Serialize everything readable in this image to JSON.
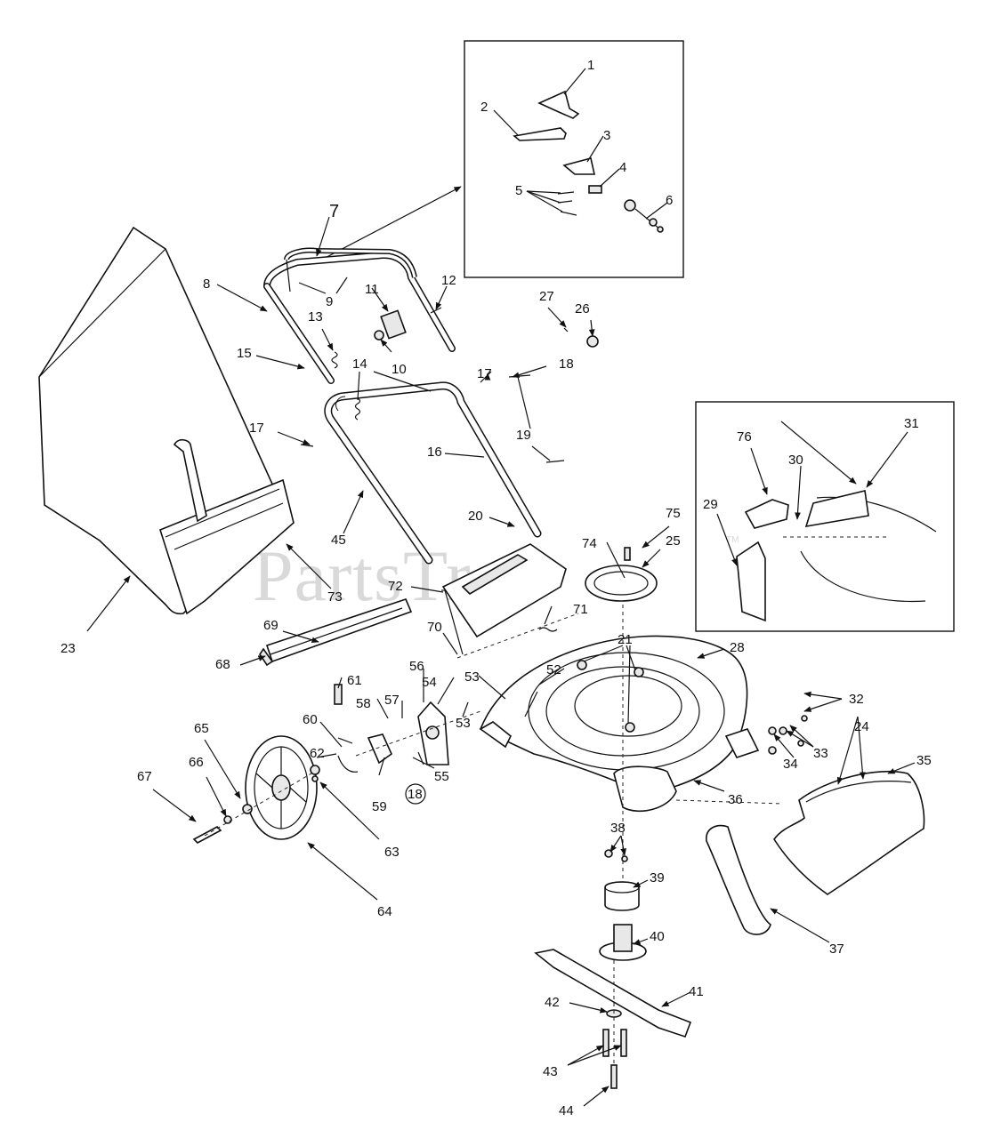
{
  "watermark": {
    "text": "PartsTree",
    "trademark": "TM"
  },
  "callouts": [
    {
      "id": "c1",
      "text": "1"
    },
    {
      "id": "c2",
      "text": "2"
    },
    {
      "id": "c3",
      "text": "3"
    },
    {
      "id": "c4",
      "text": "4"
    },
    {
      "id": "c5",
      "text": "5"
    },
    {
      "id": "c6",
      "text": "6"
    },
    {
      "id": "c7",
      "text": "7"
    },
    {
      "id": "c8",
      "text": "8"
    },
    {
      "id": "c9",
      "text": "9"
    },
    {
      "id": "c10",
      "text": "10"
    },
    {
      "id": "c11",
      "text": "11"
    },
    {
      "id": "c12",
      "text": "12"
    },
    {
      "id": "c13",
      "text": "13"
    },
    {
      "id": "c14",
      "text": "14"
    },
    {
      "id": "c15",
      "text": "15"
    },
    {
      "id": "c16",
      "text": "16"
    },
    {
      "id": "c17a",
      "text": "17"
    },
    {
      "id": "c17b",
      "text": "17"
    },
    {
      "id": "c18a",
      "text": "18"
    },
    {
      "id": "c18b",
      "text": "18"
    },
    {
      "id": "c19",
      "text": "19"
    },
    {
      "id": "c20",
      "text": "20"
    },
    {
      "id": "c21",
      "text": "21"
    },
    {
      "id": "c23",
      "text": "23"
    },
    {
      "id": "c24",
      "text": "24"
    },
    {
      "id": "c25",
      "text": "25"
    },
    {
      "id": "c26",
      "text": "26"
    },
    {
      "id": "c27",
      "text": "27"
    },
    {
      "id": "c28",
      "text": "28"
    },
    {
      "id": "c29",
      "text": "29"
    },
    {
      "id": "c30",
      "text": "30"
    },
    {
      "id": "c31",
      "text": "31"
    },
    {
      "id": "c32",
      "text": "32"
    },
    {
      "id": "c33",
      "text": "33"
    },
    {
      "id": "c34",
      "text": "34"
    },
    {
      "id": "c35",
      "text": "35"
    },
    {
      "id": "c36",
      "text": "36"
    },
    {
      "id": "c37",
      "text": "37"
    },
    {
      "id": "c38",
      "text": "38"
    },
    {
      "id": "c39",
      "text": "39"
    },
    {
      "id": "c40",
      "text": "40"
    },
    {
      "id": "c41",
      "text": "41"
    },
    {
      "id": "c42",
      "text": "42"
    },
    {
      "id": "c43",
      "text": "43"
    },
    {
      "id": "c44",
      "text": "44"
    },
    {
      "id": "c45",
      "text": "45"
    },
    {
      "id": "c52",
      "text": "52"
    },
    {
      "id": "c53a",
      "text": "53"
    },
    {
      "id": "c53b",
      "text": "53"
    },
    {
      "id": "c54",
      "text": "54"
    },
    {
      "id": "c55",
      "text": "55"
    },
    {
      "id": "c56",
      "text": "56"
    },
    {
      "id": "c57",
      "text": "57"
    },
    {
      "id": "c58",
      "text": "58"
    },
    {
      "id": "c59",
      "text": "59"
    },
    {
      "id": "c60",
      "text": "60"
    },
    {
      "id": "c61",
      "text": "61"
    },
    {
      "id": "c62",
      "text": "62"
    },
    {
      "id": "c63",
      "text": "63"
    },
    {
      "id": "c64",
      "text": "64"
    },
    {
      "id": "c65",
      "text": "65"
    },
    {
      "id": "c66",
      "text": "66"
    },
    {
      "id": "c67",
      "text": "67"
    },
    {
      "id": "c68",
      "text": "68"
    },
    {
      "id": "c69",
      "text": "69"
    },
    {
      "id": "c70",
      "text": "70"
    },
    {
      "id": "c71",
      "text": "71"
    },
    {
      "id": "c72",
      "text": "72"
    },
    {
      "id": "c73",
      "text": "73"
    },
    {
      "id": "c74",
      "text": "74"
    },
    {
      "id": "c75",
      "text": "75"
    },
    {
      "id": "c76",
      "text": "76"
    }
  ]
}
